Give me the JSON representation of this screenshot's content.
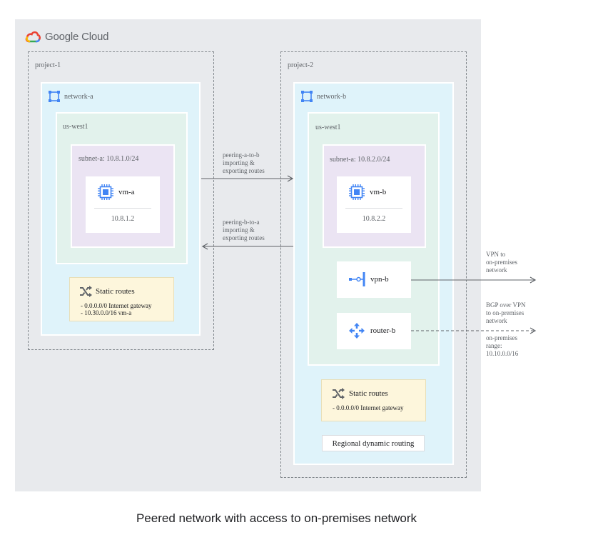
{
  "brand": {
    "name": "Google Cloud"
  },
  "projects": [
    {
      "label": "project-1",
      "network": {
        "label": "network-a",
        "region": {
          "label": "us-west1",
          "subnet": {
            "label": "subnet-a: 10.8.1.0/24",
            "vm": {
              "name": "vm-a",
              "ip": "10.8.1.2"
            }
          }
        },
        "static_routes": {
          "title": "Static routes",
          "routes": [
            "- 0.0.0.0/0 Internet gateway",
            "- 10.30.0.0/16 vm-a"
          ]
        }
      }
    },
    {
      "label": "project-2",
      "network": {
        "label": "network-b",
        "region": {
          "label": "us-west1",
          "subnet": {
            "label": "subnet-a: 10.8.2.0/24",
            "vm": {
              "name": "vm-b",
              "ip": "10.8.2.2"
            }
          },
          "vpn": {
            "name": "vpn-b"
          },
          "router": {
            "name": "router-b"
          }
        },
        "static_routes": {
          "title": "Static routes",
          "routes": [
            "- 0.0.0.0/0 Internet gateway"
          ]
        },
        "routing_mode": "Regional dynamic routing"
      }
    }
  ],
  "peerings": [
    {
      "lines": [
        "peering-a-to-b",
        "importing &",
        "exporting routes"
      ]
    },
    {
      "lines": [
        "peering-b-to-a",
        "importing &",
        "exporting routes"
      ]
    }
  ],
  "external": {
    "vpn": [
      "VPN to",
      "on-premises",
      "network"
    ],
    "bgp": [
      "BGP over VPN",
      "to on-premises",
      "network"
    ],
    "range": [
      "on-premises",
      "range:",
      "10.10.0.0/16"
    ]
  },
  "caption": "Peered network with access to on-premises network",
  "colors": {
    "network_fill": "#dff3fa",
    "region_fill": "#e2f2ec",
    "subnet_fill": "#ebe4f3",
    "static_fill": "#fdf6dc",
    "icon_blue": "#4285f4"
  }
}
